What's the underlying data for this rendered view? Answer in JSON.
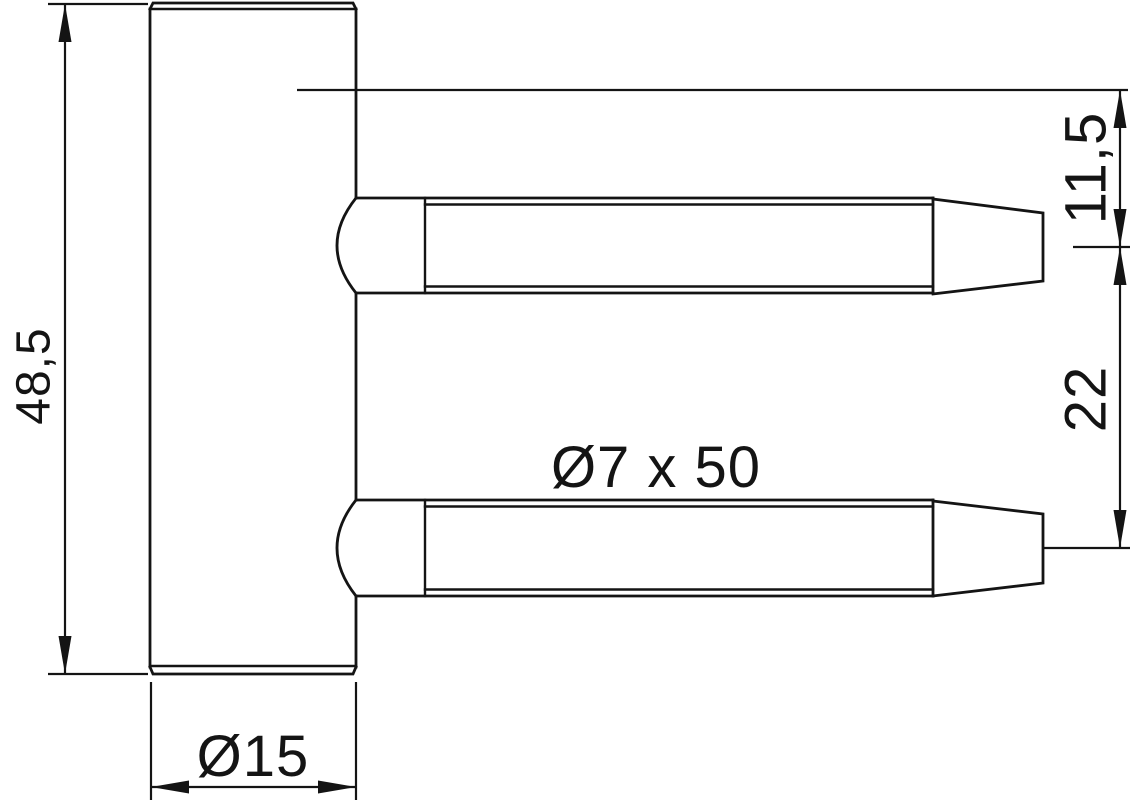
{
  "drawing": {
    "type": "technical-dimension-drawing",
    "background_color": "#ffffff",
    "line_color": "#141414",
    "labels": {
      "body_height": "48,5",
      "body_diameter": "Ø15",
      "pin_spec": "Ø7 x 50",
      "top_offset": "11,5",
      "pin_spacing": "22"
    },
    "values": {
      "body_height": 48.5,
      "body_diameter": 15,
      "pin_diameter": 7,
      "pin_length": 50,
      "top_offset": 11.5,
      "pin_spacing": 22
    }
  }
}
